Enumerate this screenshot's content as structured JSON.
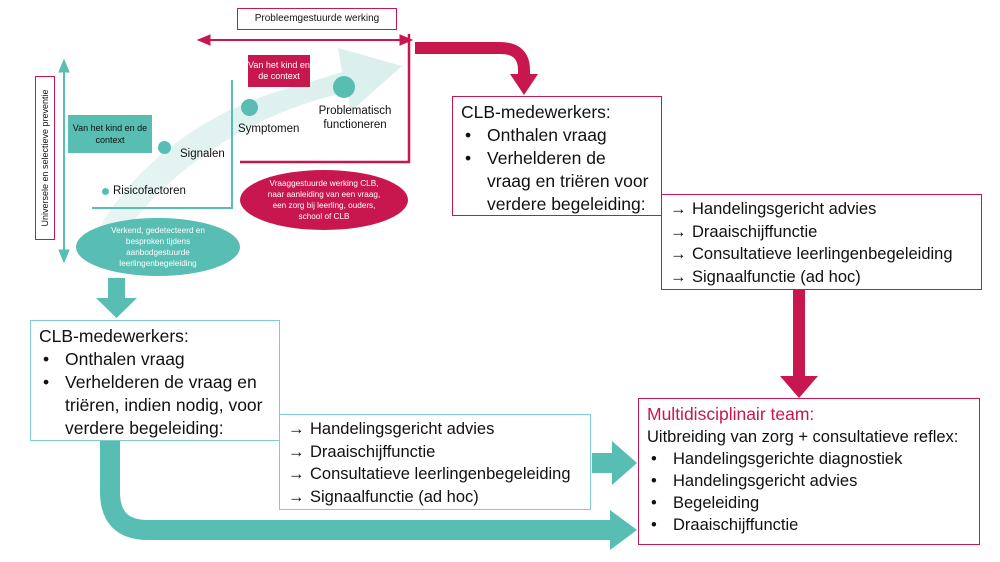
{
  "top_diagram": {
    "top_label": "Probleemgestuurde werking",
    "vertical_label": "Universele en selectieve preventie",
    "teal_box": "Van het kind en de context",
    "red_box": "Van het kind en de context",
    "stages": [
      "Risicofactoren",
      "Signalen",
      "Symptomen",
      "Problematisch functioneren"
    ],
    "teal_ellipse": "Verkend, gedetecteerd en besproken tijdens aanbodgestuurde leerlingenbegeleiding",
    "red_ellipse": "Vraaggestuurde werking CLB, naar aanleiding van een vraag, een zorg bij leerling, ouders, school of CLB"
  },
  "right_clb": {
    "title": "CLB-medewerkers:",
    "bullets": [
      "Onthalen vraag",
      "Verhelderen de vraag en triëren voor verdere begeleiding:"
    ]
  },
  "right_functions": {
    "arrow": "→",
    "items": [
      "Handelingsgericht advies",
      "Draaischijffunctie",
      "Consultatieve leerlingenbegeleiding",
      "Signaalfunctie (ad hoc)"
    ]
  },
  "left_clb": {
    "title": "CLB-medewerkers:",
    "bullets": [
      "Onthalen vraag",
      "Verhelderen de vraag en triëren, indien nodig, voor verdere begeleiding:"
    ]
  },
  "left_functions": {
    "arrow": "→",
    "items": [
      "Handelingsgericht advies",
      "Draaischijffunctie",
      "Consultatieve leerlingenbegeleiding",
      "Signaalfunctie (ad hoc)"
    ]
  },
  "team": {
    "title": "Multidisciplinair team:",
    "subtitle": "Uitbreiding van zorg + consultatieve reflex:",
    "bullets": [
      "Handelingsgerichte diagnostiek",
      "Handelingsgericht advies",
      "Begeleiding",
      "Draaischijffunctie"
    ]
  },
  "colors": {
    "teal": "#58bdb2",
    "teal_light": "#dff1ef",
    "red": "#c8174f"
  }
}
